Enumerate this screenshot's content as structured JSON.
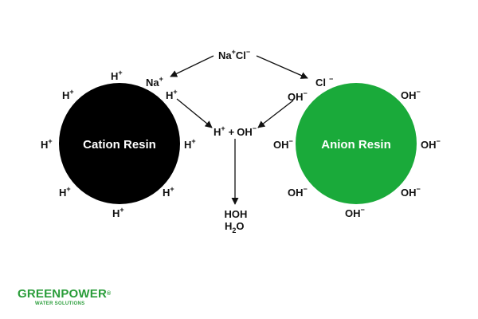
{
  "colors": {
    "cation": "#000000",
    "anion": "#1aaa3a",
    "brand": "#2a9d3a"
  },
  "cation_resin": {
    "label": "Cation Resin"
  },
  "anion_resin": {
    "label": "Anion Resin"
  },
  "salt": {
    "na": "Na",
    "na_charge": "+",
    "cl": "Cl",
    "cl_charge": "−"
  },
  "cation_ions": {
    "h": "H",
    "h_charge": "+",
    "na": "Na",
    "na_charge": "+"
  },
  "anion_ions": {
    "oh": "OH",
    "oh_charge": "−",
    "cl": "Cl",
    "cl_charge": "−"
  },
  "reaction": {
    "h": "H",
    "h_charge": "+",
    "plus": "+",
    "oh": "OH",
    "oh_charge": "−",
    "product_line1": "HOH",
    "product_line2_h": "H",
    "product_line2_sub": "2",
    "product_line2_o": "O"
  },
  "brand": {
    "name": "GREENPOWER",
    "registered": "®",
    "tagline": "WATER SOLUTIONS"
  }
}
